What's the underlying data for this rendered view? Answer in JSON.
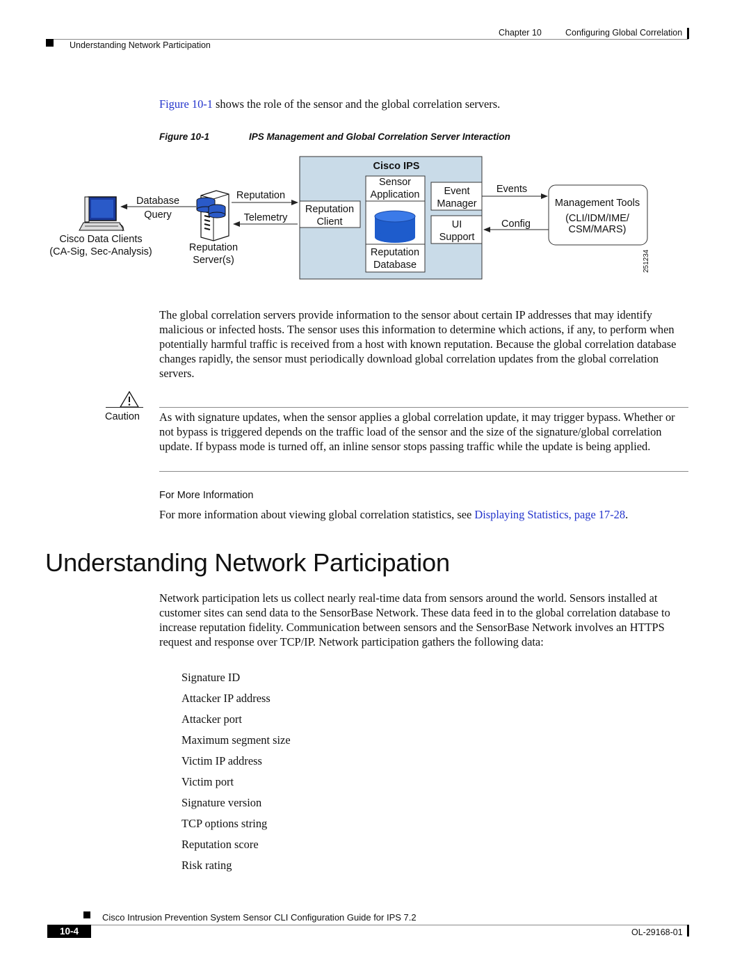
{
  "header": {
    "chapter": "Chapter 10",
    "chapter_title": "Configuring Global Correlation",
    "section": "Understanding Network Participation"
  },
  "intro": {
    "figure_link": "Figure 10-1",
    "text": " shows the role of the sensor and the global correlation servers."
  },
  "figure": {
    "number": "Figure 10-1",
    "title": "IPS Management and Global Correlation Server Interaction",
    "labels": {
      "database_query_1": "Database",
      "database_query_2": "Query",
      "clients_1": "Cisco Data Clients",
      "clients_2": "(CA-Sig, Sec-Analysis)",
      "reputation_arrow": "Reputation",
      "telemetry_arrow": "Telemetry",
      "servers_1": "Reputation",
      "servers_2": "Server(s)",
      "cisco_ips": "Cisco IPS",
      "rep_client_1": "Reputation",
      "rep_client_2": "Client",
      "sensor_app_1": "Sensor",
      "sensor_app_2": "Application",
      "rep_db_1": "Reputation",
      "rep_db_2": "Database",
      "event_mgr_1": "Event",
      "event_mgr_2": "Manager",
      "ui_support_1": "UI",
      "ui_support_2": "Support",
      "events_arrow": "Events",
      "config_arrow": "Config",
      "mgmt_1": "Management Tools",
      "mgmt_2": "(CLI/IDM/IME/",
      "mgmt_3": "CSM/MARS)",
      "figure_id": "251234"
    }
  },
  "para1": "The global correlation servers provide information to the sensor about certain IP addresses that may identify malicious or infected hosts. The sensor uses this information to determine which actions, if any, to perform when potentially harmful traffic is received from a host with known reputation. Because the global correlation database changes rapidly, the sensor must periodically download global correlation updates from the global correlation servers.",
  "caution": {
    "label": "Caution",
    "text": "As with signature updates, when the sensor applies a global correlation update, it may trigger bypass. Whether or not bypass is triggered depends on the traffic load of the sensor and the size of the signature/global correlation update. If bypass mode is turned off, an inline sensor stops passing traffic while the update is being applied."
  },
  "more_info": {
    "heading": "For More Information",
    "text_before": "For more information about viewing global correlation statistics, see ",
    "link": "Displaying Statistics, page 17-28",
    "text_after": "."
  },
  "section_title": "Understanding Network Participation",
  "para2": "Network participation lets us collect nearly real-time data from sensors around the world. Sensors installed at customer sites can send data to the SensorBase Network. These data feed in to the global correlation database to increase reputation fidelity. Communication between sensors and the SensorBase Network involves an HTTPS request and response over TCP/IP. Network participation gathers the following data:",
  "list": [
    "Signature ID",
    "Attacker IP address",
    "Attacker port",
    "Maximum segment size",
    "Victim IP address",
    "Victim port",
    "Signature version",
    "TCP options string",
    "Reputation score",
    "Risk rating"
  ],
  "footer": {
    "guide_title": "Cisco Intrusion Prevention System Sensor CLI Configuration Guide for IPS 7.2",
    "page_number": "10-4",
    "doc_id": "OL-29168-01"
  }
}
